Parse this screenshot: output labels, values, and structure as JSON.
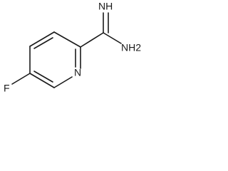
{
  "molecule": {
    "atoms": {
      "fluorine": "F",
      "ring_nitrogen": "N",
      "imine": "NH",
      "amine": "NH2"
    }
  }
}
